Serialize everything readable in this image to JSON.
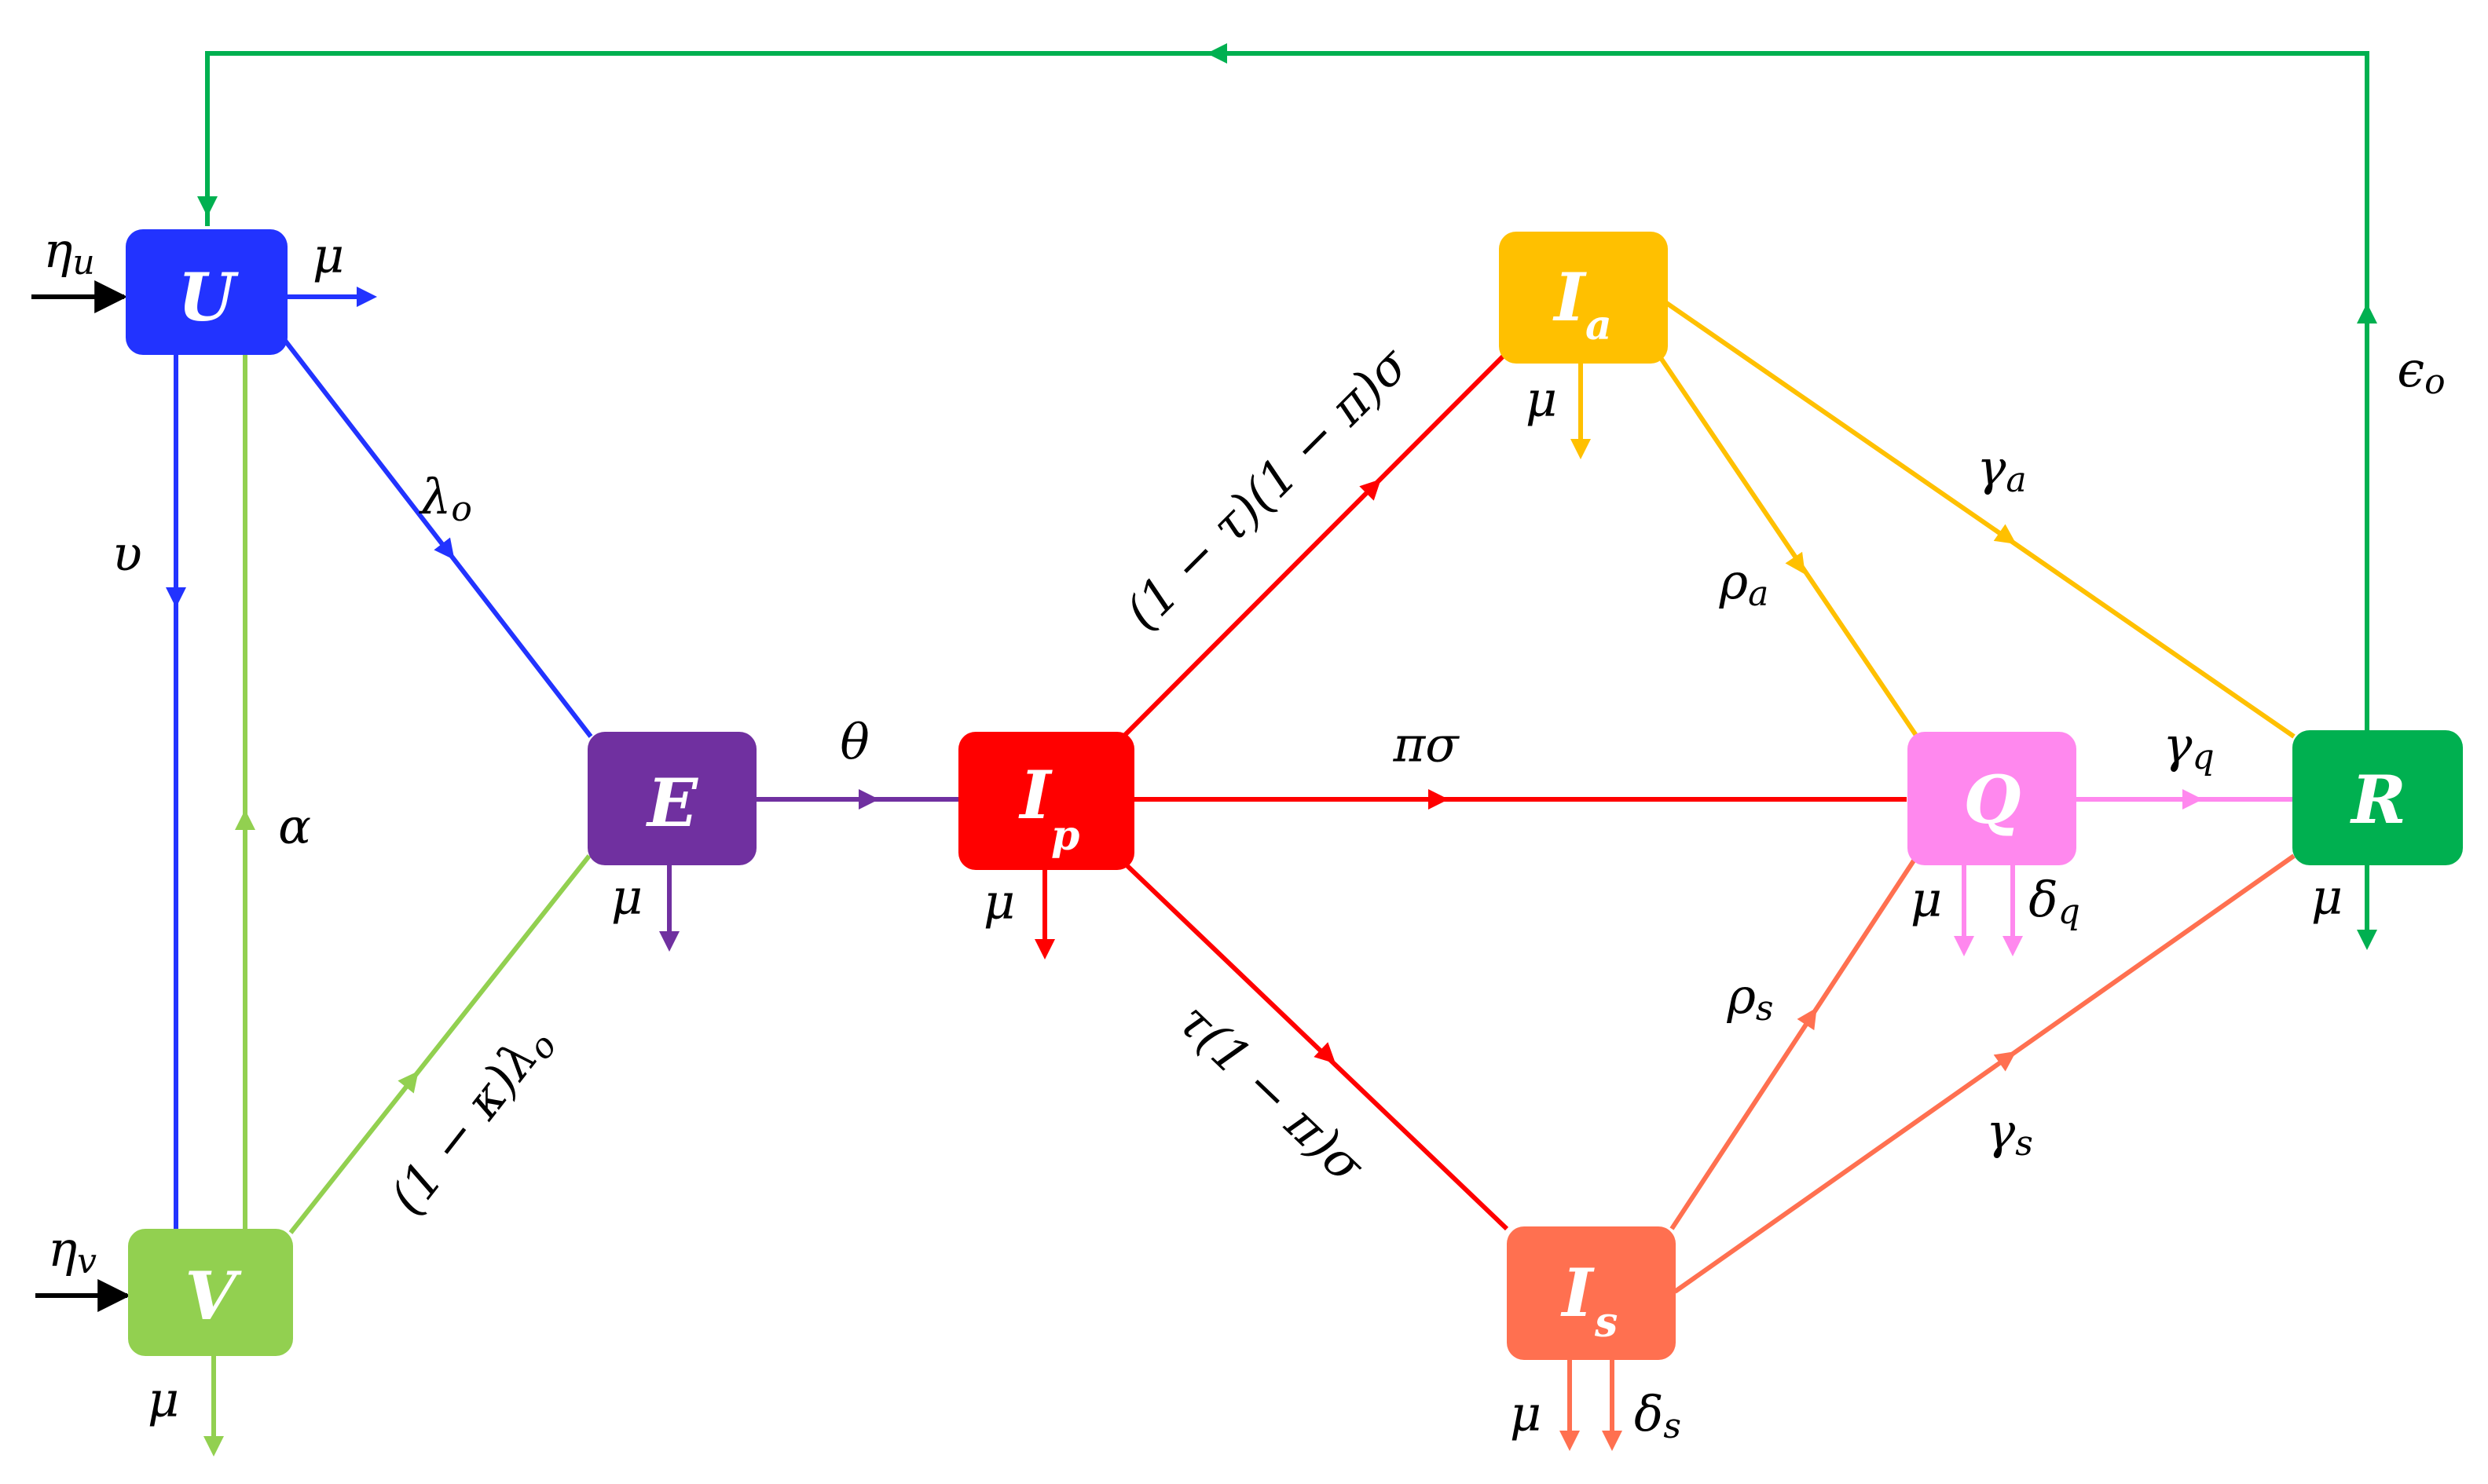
{
  "colors": {
    "U": "#2233ff",
    "V": "#92d050",
    "E": "#7030a0",
    "Ip": "#ff0000",
    "Ia": "#ffc000",
    "Is": "#ff7050",
    "Q": "#ff88ee",
    "R": "#00b050",
    "inflow": "#000000"
  },
  "nodes": {
    "U": {
      "main": "U",
      "sub": ""
    },
    "V": {
      "main": "V",
      "sub": ""
    },
    "E": {
      "main": "E",
      "sub": ""
    },
    "Ip": {
      "main": "I",
      "sub": "p"
    },
    "Ia": {
      "main": "I",
      "sub": "a"
    },
    "Is": {
      "main": "I",
      "sub": "s"
    },
    "Q": {
      "main": "Q",
      "sub": ""
    },
    "R": {
      "main": "R",
      "sub": ""
    }
  },
  "rates": {
    "eta_u": {
      "main": "η",
      "sub": "u"
    },
    "eta_v": {
      "main": "η",
      "sub": "v"
    },
    "mu": "μ",
    "upsilon": "υ",
    "alpha": "α",
    "lambda_o": {
      "main": "λ",
      "sub": "o"
    },
    "one_minus_kappa_lambda": {
      "main": "(1 − κ)λ",
      "sub": "o"
    },
    "theta": "θ",
    "pi_sigma": "πσ",
    "to_ia": "(1 − τ)(1 − π)σ",
    "to_is": "τ(1 − π)σ",
    "gamma_a": {
      "main": "γ",
      "sub": "a"
    },
    "rho_a": {
      "main": "ρ",
      "sub": "a"
    },
    "gamma_q": {
      "main": "γ",
      "sub": "q"
    },
    "rho_s": {
      "main": "ρ",
      "sub": "s"
    },
    "gamma_s": {
      "main": "γ",
      "sub": "s"
    },
    "delta_q": {
      "main": "δ",
      "sub": "q"
    },
    "delta_s": {
      "main": "δ",
      "sub": "s"
    },
    "epsilon_o": {
      "main": "ϵ",
      "sub": "o"
    }
  }
}
